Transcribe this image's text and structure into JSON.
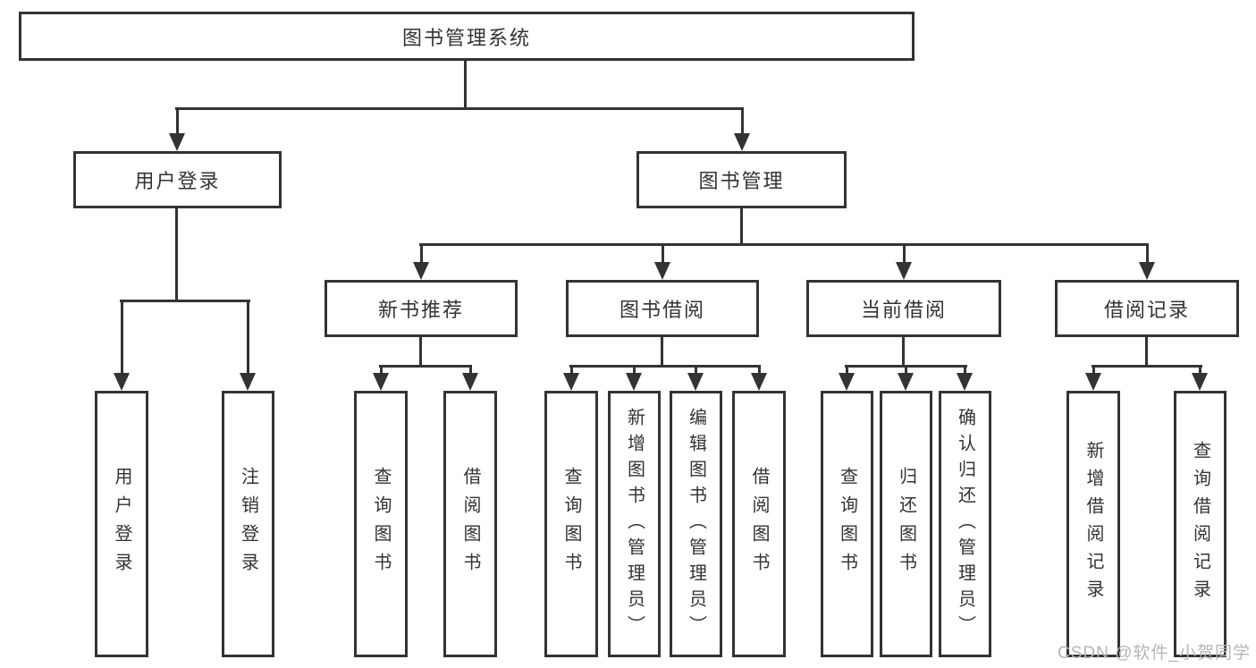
{
  "nodes": {
    "root": "图书管理系统",
    "level2": {
      "user_login": "用户登录",
      "book_mgmt": "图书管理"
    },
    "level3": {
      "new_book_rec": "新书推荐",
      "book_borrow": "图书借阅",
      "current_borrow": "当前借阅",
      "borrow_records": "借阅记录"
    },
    "leaves": {
      "user_login": "用户登录",
      "logout": "注销登录",
      "nbr_query_books": "查询图书",
      "nbr_borrow_books": "借阅图书",
      "bb_query_books": "查询图书",
      "bb_add_books": "新增图书（管理员）",
      "bb_edit_books": "编辑图书（管理员）",
      "bb_borrow_books": "借阅图书",
      "cb_query_books": "查询图书",
      "cb_return_books": "归还图书",
      "cb_confirm_return": "确认归还（管理员）",
      "br_add_record": "新增借阅记录",
      "br_query_record": "查询借阅记录"
    }
  },
  "watermark": "CSDN @软件_小贺同学",
  "colors": {
    "line": "#333333",
    "text": "#333333",
    "watermark": "#b5b5b5",
    "background": "#ffffff"
  }
}
